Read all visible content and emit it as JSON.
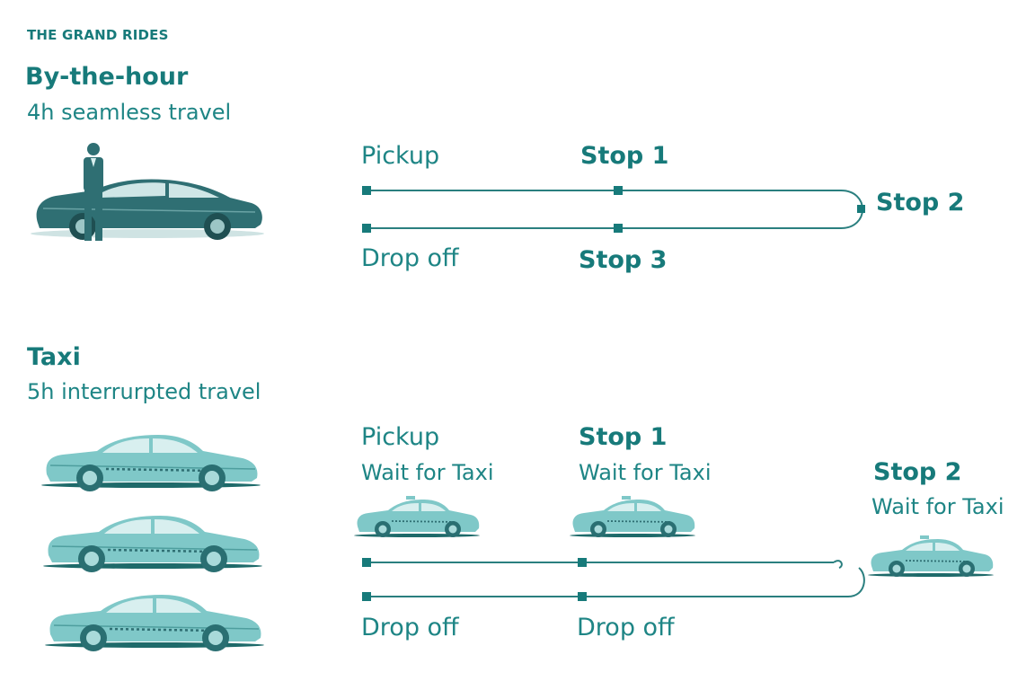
{
  "brand": "THE GRAND RIDES",
  "hourly": {
    "title": "By-the-hour",
    "subtitle": "4h seamless travel",
    "labels": {
      "pickup": "Pickup",
      "stop1": "Stop 1",
      "stop2": "Stop 2",
      "stop3": "Stop 3",
      "dropoff": "Drop off"
    }
  },
  "taxi": {
    "title": "Taxi",
    "subtitle": "5h interrurpted travel",
    "labels": {
      "pickup": "Pickup",
      "pickup_wait": "Wait for Taxi",
      "stop1": "Stop 1",
      "stop1_wait": "Wait for Taxi",
      "stop2": "Stop 2",
      "stop2_wait": "Wait for Taxi",
      "dropoff_1": "Drop off",
      "dropoff_2": "Drop off"
    }
  },
  "colors": {
    "teal_dark": "#177a7a",
    "teal_line": "#2a7f7f",
    "car_dark": "#2f6f73",
    "taxi_body": "#7fc8c8"
  }
}
